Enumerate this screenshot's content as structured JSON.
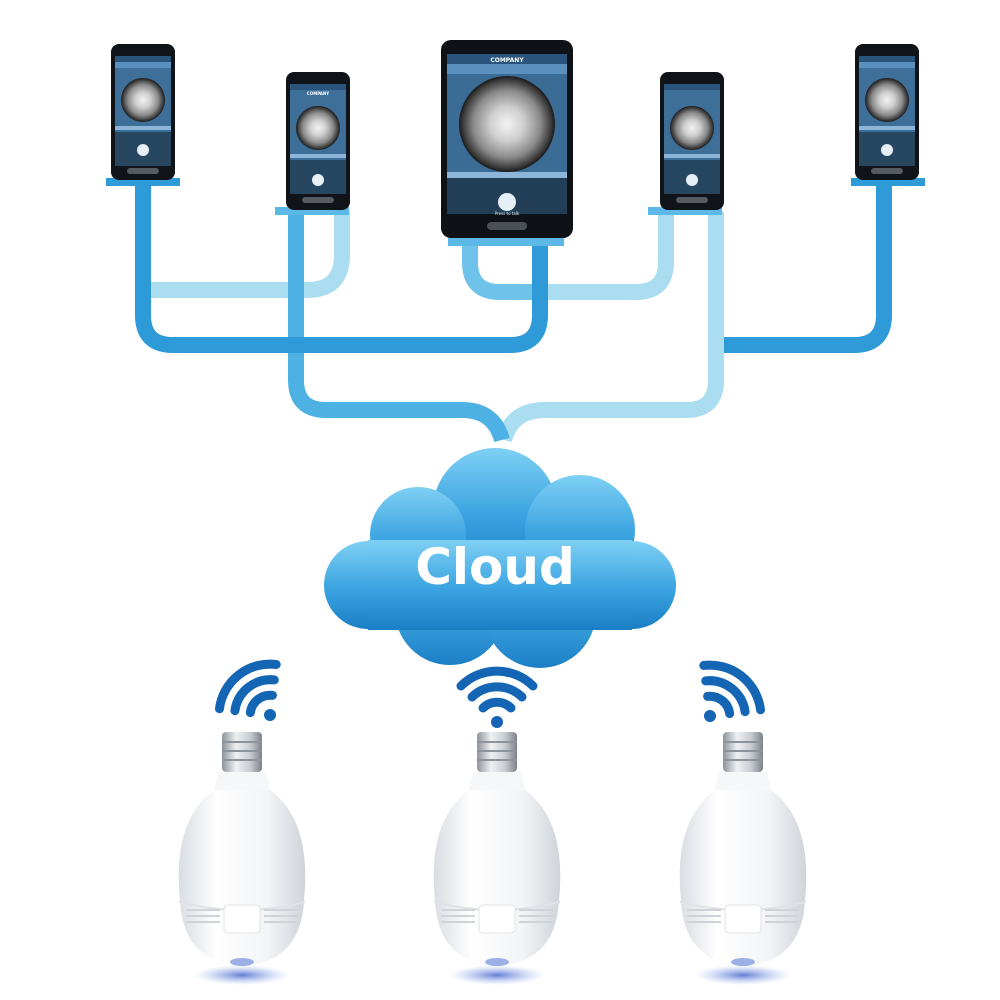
{
  "diagram": {
    "cloud_label": "Cloud",
    "phone_app_title": "COMPANY",
    "phone_talk_label": "Press to talk",
    "colors": {
      "pipe_dark": "#2f9ad8",
      "pipe_mid": "#5cb8e6",
      "pipe_light": "#a6dcef",
      "cloud_top": "#6ec6f0",
      "cloud_bottom": "#1f86cc",
      "wifi": "#1565b5",
      "bulb_body": "#f4f5f7",
      "bulb_glow": "#6f8dd6"
    },
    "icons": [
      "smartphone-icon",
      "tablet-icon",
      "cloud-icon",
      "wifi-signal-icon",
      "camera-bulb-icon"
    ]
  }
}
